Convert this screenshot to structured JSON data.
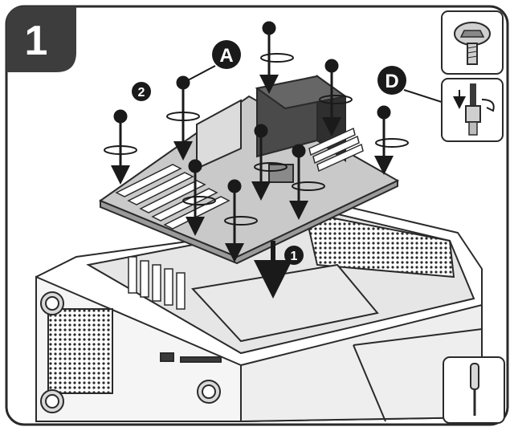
{
  "step": {
    "number": "1"
  },
  "callouts": {
    "a": "A",
    "d": "D",
    "one": "1",
    "two": "2"
  },
  "icons": {
    "standoff_screw": "standoff-screw-icon",
    "install_standoff": "install-standoff-icon",
    "screwdriver": "screwdriver-icon"
  },
  "colors": {
    "line": "#2a2a2a",
    "case_fill": "#f2f2f2",
    "board_fill": "#c9c9c9",
    "dark_fill": "#3a3a3a",
    "step_badge": "#3d3d3d",
    "badge_text": "#ffffff"
  }
}
